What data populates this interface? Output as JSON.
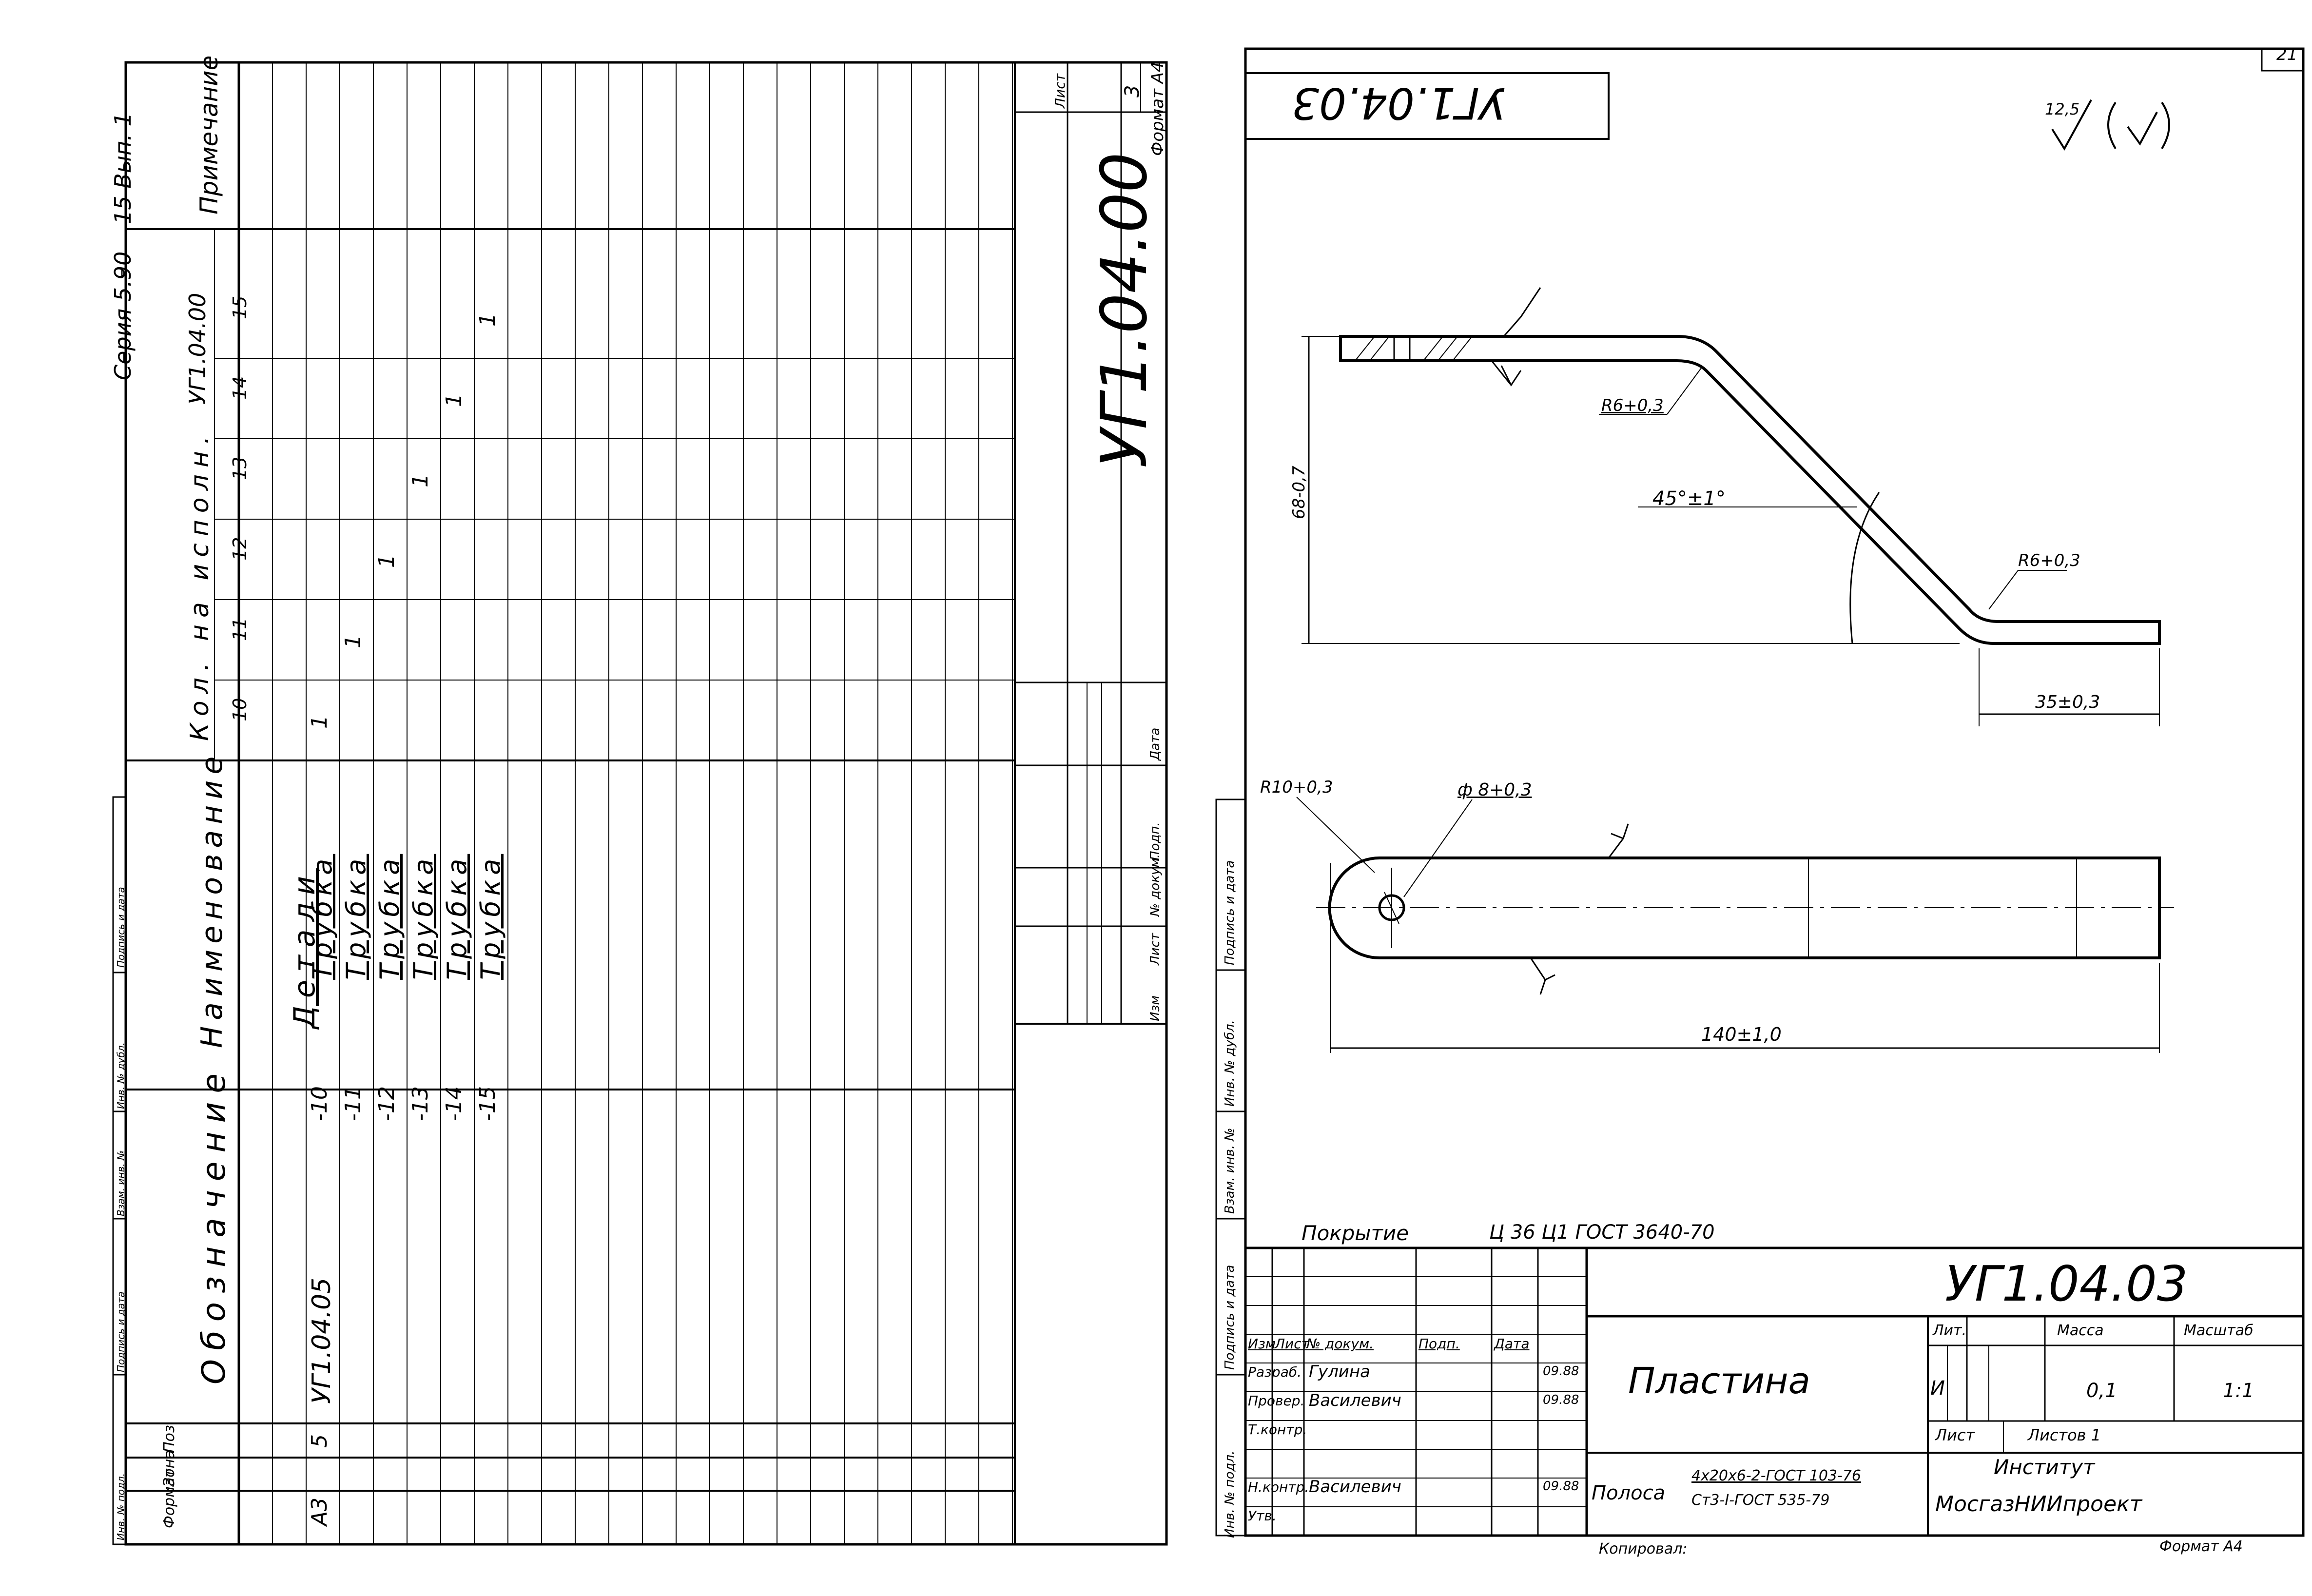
{
  "left_sheet": {
    "series": "Серия 5.90",
    "issue": "15 Вып. 1",
    "ref_doc": "УГ1.04.00",
    "dash": "–",
    "head": {
      "format": "Формат",
      "zone": "Зона",
      "pos": "Поз",
      "designation": "Обозначение",
      "name": "Наименование",
      "qty": "Кол. на исполн.",
      "note": "Примечание"
    },
    "columns": [
      "10",
      "11",
      "12",
      "13",
      "14",
      "15"
    ],
    "section": "Детали",
    "rows": [
      {
        "format": "А3",
        "pos": "5",
        "designation": "УГ1.04.05",
        "suffix": "-10",
        "name": "Трубка",
        "qty_col": "10",
        "qty": "1"
      },
      {
        "format": "",
        "pos": "",
        "designation": "",
        "suffix": "-11",
        "name": "Трубка",
        "qty_col": "11",
        "qty": "1"
      },
      {
        "format": "",
        "pos": "",
        "designation": "",
        "suffix": "-12",
        "name": "Трубка",
        "qty_col": "12",
        "qty": "1"
      },
      {
        "format": "",
        "pos": "",
        "designation": "",
        "suffix": "-13",
        "name": "Трубка",
        "qty_col": "13",
        "qty": "1"
      },
      {
        "format": "",
        "pos": "",
        "designation": "",
        "suffix": "-14",
        "name": "Трубка",
        "qty_col": "14",
        "qty": "1"
      },
      {
        "format": "",
        "pos": "",
        "designation": "",
        "suffix": "-15",
        "name": "Трубка",
        "qty_col": "15",
        "qty": "1"
      }
    ],
    "stamp_code": "УГ1.04.00",
    "sheet_label": "Лист",
    "sheet_no": "3",
    "format": "Формат А4",
    "change_cols": [
      "Изм",
      "Лист",
      "№ докум.",
      "Подп.",
      "Дата"
    ],
    "side_stamp": [
      "Инв. № подл.",
      "Подпись и дата",
      "Взам. инв. №",
      "Инв. № дубл.",
      "Подпись и дата"
    ]
  },
  "right_sheet": {
    "page_no": "21",
    "code_rotated": "УГ1.04.03",
    "roughness": "12,5",
    "dimensions": {
      "r6_top": "R6+0,3",
      "angle": "45°±1°",
      "height": "68-0,7",
      "r6_bottom": "R6+0,3",
      "len35": "35±0,3",
      "r10": "R10+0,3",
      "hole": "ф 8+0,3",
      "len140": "140±1,0"
    },
    "coating_label": "Покрытие",
    "coating_value": "Ц 36  Ц1  ГОСТ 3640-70",
    "title_block": {
      "code": "УГ1.04.03",
      "part_name": "Пластина",
      "lit_label": "Лит.",
      "mass_label": "Масса",
      "scale_label": "Масштаб",
      "lit_value": "И",
      "mass_value": "0,1",
      "scale_value": "1:1",
      "sheet_label": "Лист",
      "sheets_label": "Листов 1",
      "org1": "Институт",
      "org2": "МосгазНИИпроект",
      "material_label": "Полоса",
      "material_1": "4х20х6-2-ГОСТ 103-76",
      "material_2": "Ст3-I-ГОСТ 535-79",
      "hdr": [
        "Изм",
        "Лист",
        "№ докум.",
        "Подп.",
        "Дата"
      ],
      "people": [
        {
          "role": "Разраб.",
          "name": "Гулина",
          "date": "09.88"
        },
        {
          "role": "Провер.",
          "name": "Василевич",
          "date": "09.88"
        },
        {
          "role": "Т.контр.",
          "name": "",
          "date": ""
        },
        {
          "role": "",
          "name": "",
          "date": ""
        },
        {
          "role": "Н.контр.",
          "name": "Василевич",
          "date": "09.88"
        },
        {
          "role": "Утв.",
          "name": "",
          "date": ""
        }
      ]
    },
    "copied": "Копировал:",
    "format": "Формат А4",
    "side_stamp": [
      "Инв. № подл.",
      "Подпись и дата",
      "Взам. инв. №",
      "Инв. № дубл.",
      "Подпись и дата"
    ]
  }
}
